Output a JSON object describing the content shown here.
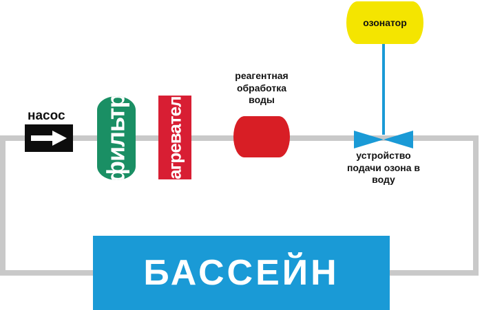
{
  "components": {
    "pump": {
      "label": "насос",
      "icon": "arrow-right-icon"
    },
    "filter": {
      "label": "фильтр"
    },
    "heater": {
      "label": "нагреватель"
    },
    "reagent": {
      "label_lines": [
        "реагентная",
        "обработка",
        "воды"
      ]
    },
    "ozonator": {
      "label": "озонатор"
    },
    "ozone_injector": {
      "label_lines": [
        "устройство",
        "подачи озона в",
        "воду"
      ]
    },
    "pool": {
      "label": "БАССЕЙН"
    }
  },
  "colors": {
    "pipe": "#c9c9c9",
    "pool": "#1a9ad6",
    "pump": "#0d0d0d",
    "filter": "#1a8f64",
    "heater": "#d81e33",
    "reagent": "#d81e25",
    "ozonator": "#f4e500",
    "ozone_line": "#1a9ad6"
  }
}
